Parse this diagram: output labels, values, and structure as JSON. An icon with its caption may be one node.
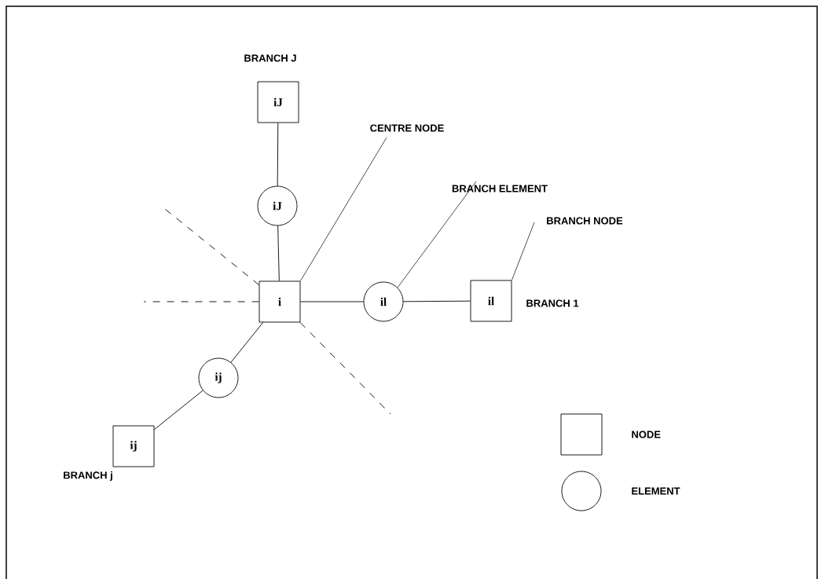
{
  "diagram": {
    "nodes": [
      {
        "text": [
          "i"
        ]
      },
      {
        "text": [
          "iJ"
        ]
      },
      {
        "text": [
          "iJ"
        ],
        "beside": [
          "BRANCH J"
        ]
      },
      {
        "text": [
          "il"
        ]
      },
      {
        "text": [
          "il"
        ],
        "beside": [
          "BRANCH 1"
        ]
      },
      {
        "text": [
          "ij"
        ]
      },
      {
        "text": [
          "ij"
        ],
        "beside": [
          "BRANCH j"
        ]
      },
      {
        "text": [
          "CENTRE NODE"
        ]
      },
      {
        "text": [
          "BRANCH ELEMENT"
        ]
      },
      {
        "text": [
          "BRANCH NODE"
        ]
      }
    ],
    "edges": [
      {
        "from": 2,
        "to": 1,
        "arrow": "none"
      },
      {
        "from": 1,
        "to": 0,
        "arrow": "none"
      },
      {
        "from": 0,
        "to": 3,
        "arrow": "none"
      },
      {
        "from": 3,
        "to": 4,
        "arrow": "none"
      },
      {
        "from": 0,
        "to": 5,
        "arrow": "none"
      },
      {
        "from": 5,
        "to": 6,
        "arrow": "none"
      },
      {
        "from": 0,
        "to": null,
        "arrow": "none",
        "style": "dashed"
      },
      {
        "from": 0,
        "to": null,
        "arrow": "none",
        "style": "dashed"
      },
      {
        "from": 0,
        "to": null,
        "arrow": "none",
        "style": "dashed"
      },
      {
        "from": 7,
        "to": 0,
        "arrow": "none"
      },
      {
        "from": 8,
        "to": 3,
        "arrow": "none"
      },
      {
        "from": 9,
        "to": 4,
        "arrow": "none"
      }
    ],
    "legend": [
      {
        "text": "NODE"
      },
      {
        "text": "ELEMENT"
      }
    ]
  }
}
